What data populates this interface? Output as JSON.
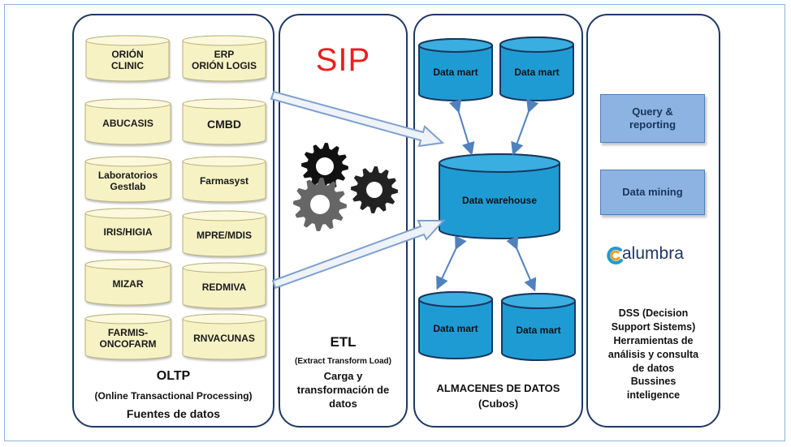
{
  "oltp": {
    "sources": [
      {
        "label": "ORIÓN\nCLINIC"
      },
      {
        "label": "ERP\nORIÓN LOGIS"
      },
      {
        "label": "ABUCASIS"
      },
      {
        "label": "CMBD"
      },
      {
        "label": "Laboratorios\nGestlab"
      },
      {
        "label": "Farmasyst"
      },
      {
        "label": "IRIS/HIGIA"
      },
      {
        "label": "MPRE/MDIS"
      },
      {
        "label": "MIZAR"
      },
      {
        "label": "REDMIVA"
      },
      {
        "label": "FARMIS-\nONCOFARM"
      },
      {
        "label": "RNVACUNAS"
      }
    ],
    "title": "OLTP",
    "subtitle": "(Online Transactional Processing)",
    "caption": "Fuentes  de datos"
  },
  "etl": {
    "logo": "SIP",
    "title": "ETL",
    "subtitle": "(Extract Transform Load)",
    "caption": "Carga y\ntransformación de\ndatos"
  },
  "almacenes": {
    "data_marts": [
      "Data mart",
      "Data mart",
      "Data mart",
      "Data mart"
    ],
    "warehouse": "Data warehouse",
    "caption": "ALMACENES DE DATOS\n(Cubos)"
  },
  "dss": {
    "query": "Query  &\nreporting",
    "mining": "Data mining",
    "brand": "alumbra",
    "caption": "DSS (Decision\nSupport Sistems)\nHerramientas de\nanálisis y consulta\nde datos\nBussines\ninteligence"
  },
  "colors": {
    "cylinder_cream": "#f6f2c4",
    "cylinder_blue": "#1f9bd4",
    "panel_border": "#1f3864",
    "button_blue": "#8db3e2",
    "sip_red": "#e8201f",
    "arrow_blue": "#4f81bd"
  }
}
